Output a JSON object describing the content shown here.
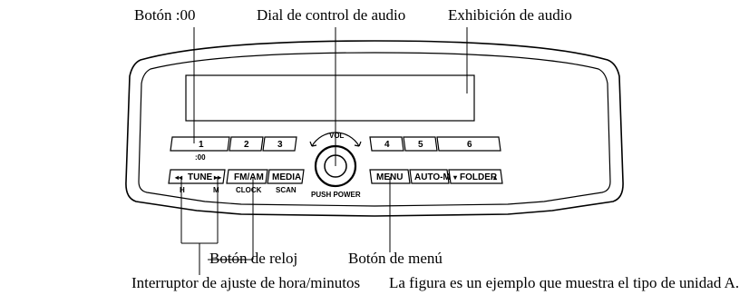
{
  "callouts": {
    "boton_00": "Botón :00",
    "dial": "Dial de control de audio",
    "exhibicion": "Exhibición de audio",
    "reloj": "Botón de reloj",
    "menu": "Botón de menú",
    "interruptor": "Interruptor de ajuste de hora/minutos",
    "caption": "La figura es un ejemplo que muestra el tipo de unidad A."
  },
  "presets": {
    "p1": "1",
    "p2": "2",
    "p3": "3",
    "p4": "4",
    "p5": "5",
    "p6": "6",
    "p1_sub": ":00"
  },
  "buttons": {
    "tune": "TUNE",
    "tune_h": "H",
    "tune_m": "M",
    "fmam": "FM/AM",
    "fmam_sub": "CLOCK",
    "media": "MEDIA",
    "media_sub": "SCAN",
    "menu": "MENU",
    "automode": "AUTO-M",
    "folder": "FOLDER"
  },
  "knob": {
    "label": "VOL",
    "sub": "PUSH POWER"
  }
}
